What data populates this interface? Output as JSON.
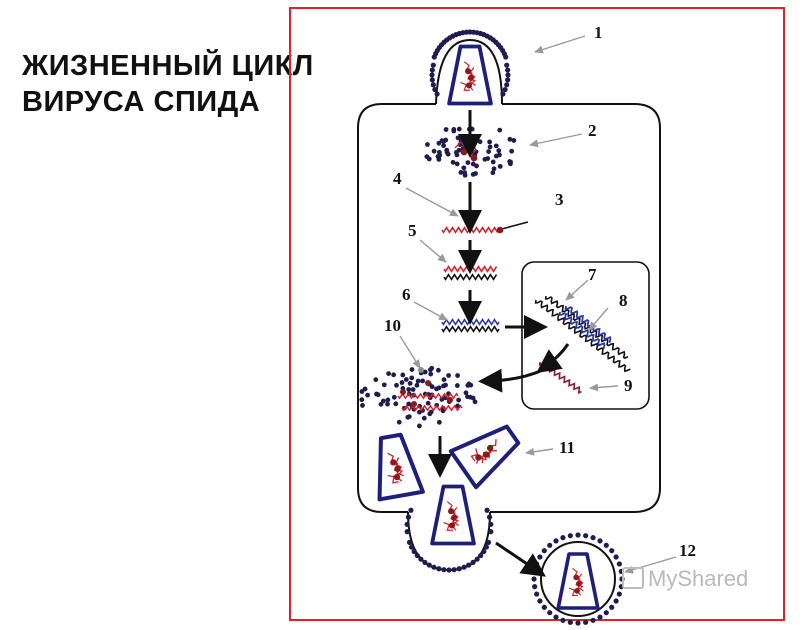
{
  "title": {
    "line1": "ЖИЗНЕННЫЙ ЦИКЛ",
    "line2": "ВИРУСА СПИДА"
  },
  "callouts": [
    "1",
    "2",
    "3",
    "4",
    "5",
    "6",
    "7",
    "8",
    "9",
    "10",
    "11",
    "12"
  ],
  "watermark": "MyShared",
  "colors": {
    "frame": "#e0212b",
    "cell": "#111111",
    "capsid": "#1f1f7a",
    "rna": "#d8202a",
    "dna_blue": "#2a3aa8",
    "dot": "#1d1d4f",
    "enzyme": "#8b1a1a"
  }
}
